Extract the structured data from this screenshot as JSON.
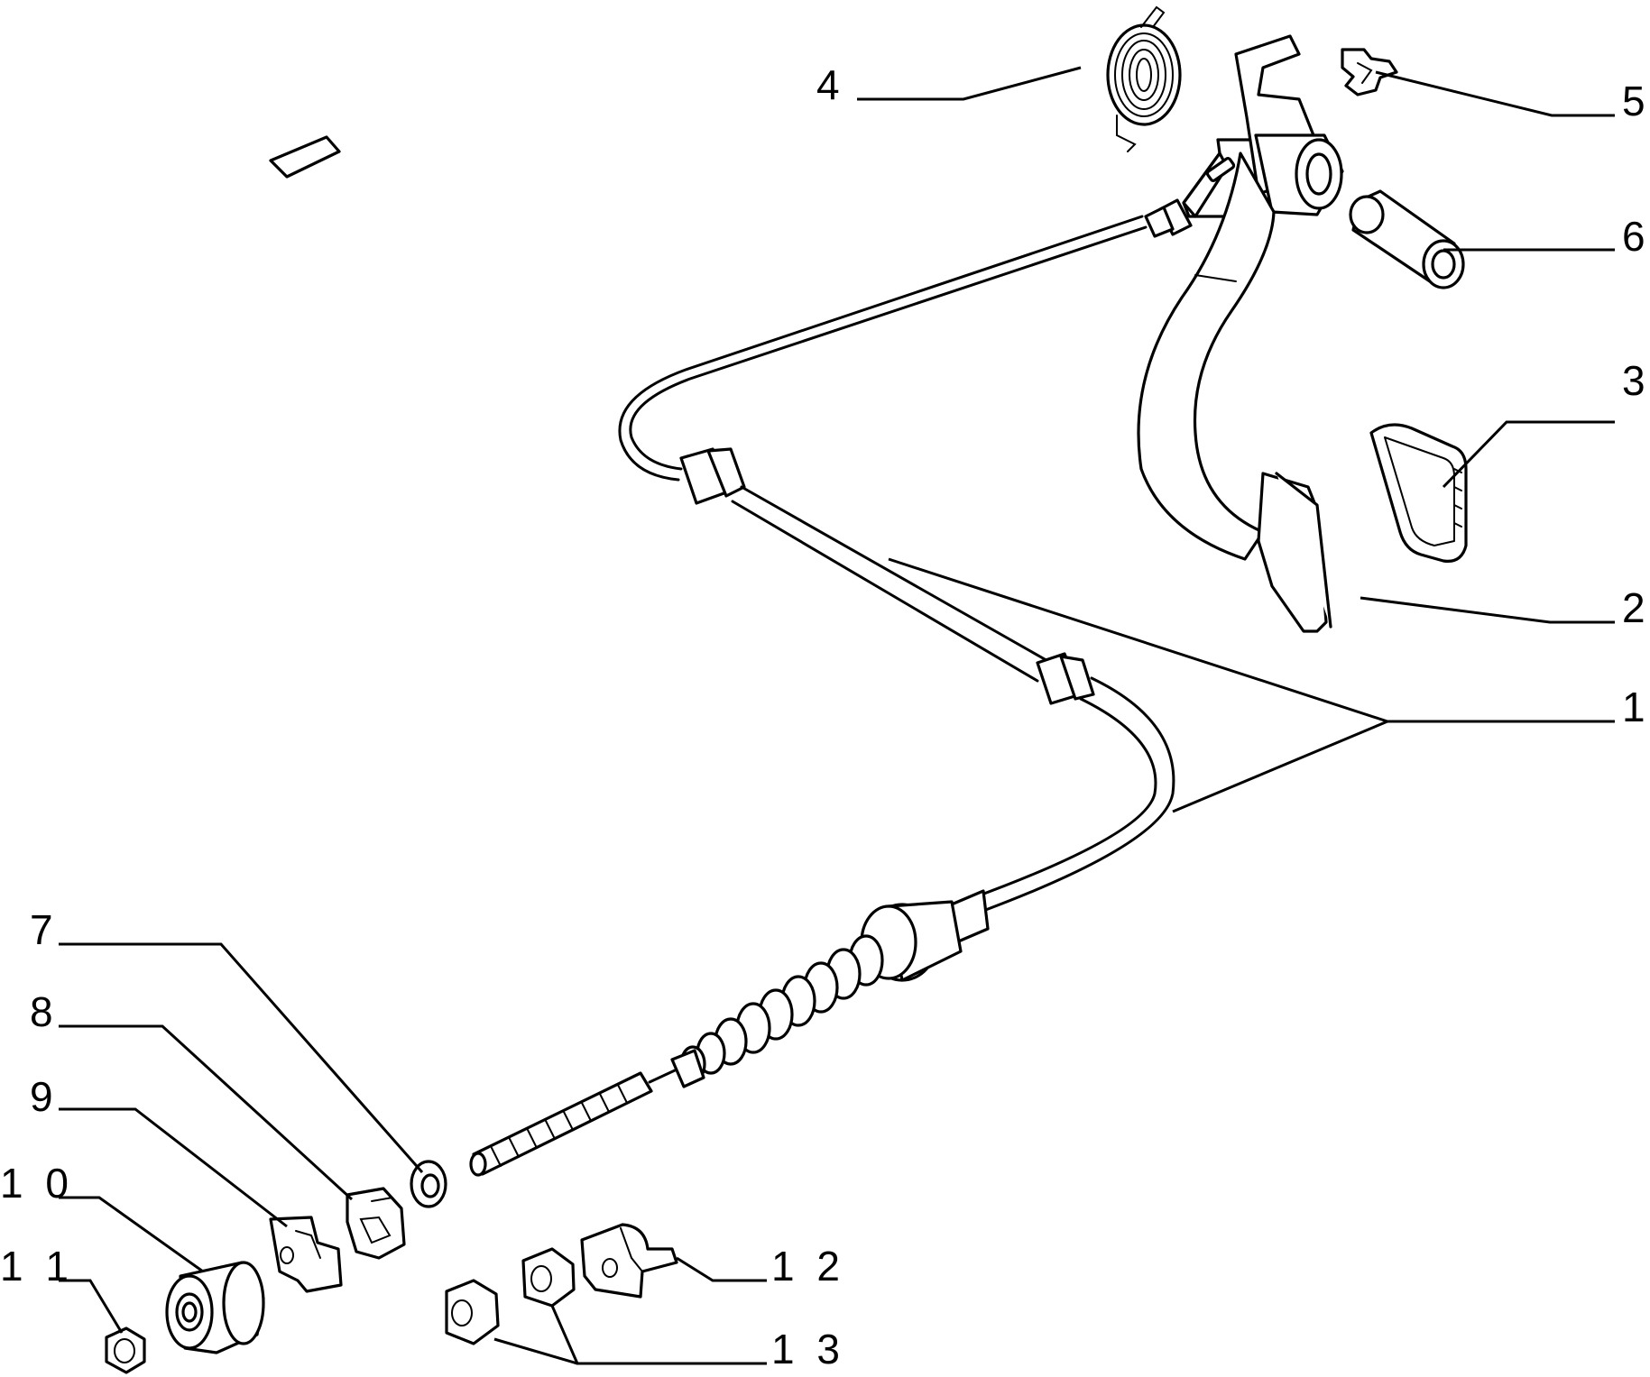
{
  "diagram": {
    "callouts": [
      {
        "id": "1",
        "label": "1"
      },
      {
        "id": "2",
        "label": "2"
      },
      {
        "id": "3",
        "label": "3"
      },
      {
        "id": "4",
        "label": "4"
      },
      {
        "id": "5",
        "label": "5"
      },
      {
        "id": "6",
        "label": "6"
      },
      {
        "id": "7",
        "label": "7"
      },
      {
        "id": "8",
        "label": "8"
      },
      {
        "id": "9",
        "label": "9"
      },
      {
        "id": "10",
        "label": "1 0"
      },
      {
        "id": "11",
        "label": "1 1"
      },
      {
        "id": "12",
        "label": "1 2"
      },
      {
        "id": "13",
        "label": "1 3"
      }
    ],
    "parts": [
      "clutch-cable",
      "clutch-pedal",
      "pedal-pad",
      "return-spring",
      "retaining-clip",
      "pivot-bushing",
      "washer",
      "bracket-clip",
      "retaining-bracket",
      "cylindrical-bush",
      "nut",
      "support-bracket",
      "adjusting-nuts"
    ]
  }
}
